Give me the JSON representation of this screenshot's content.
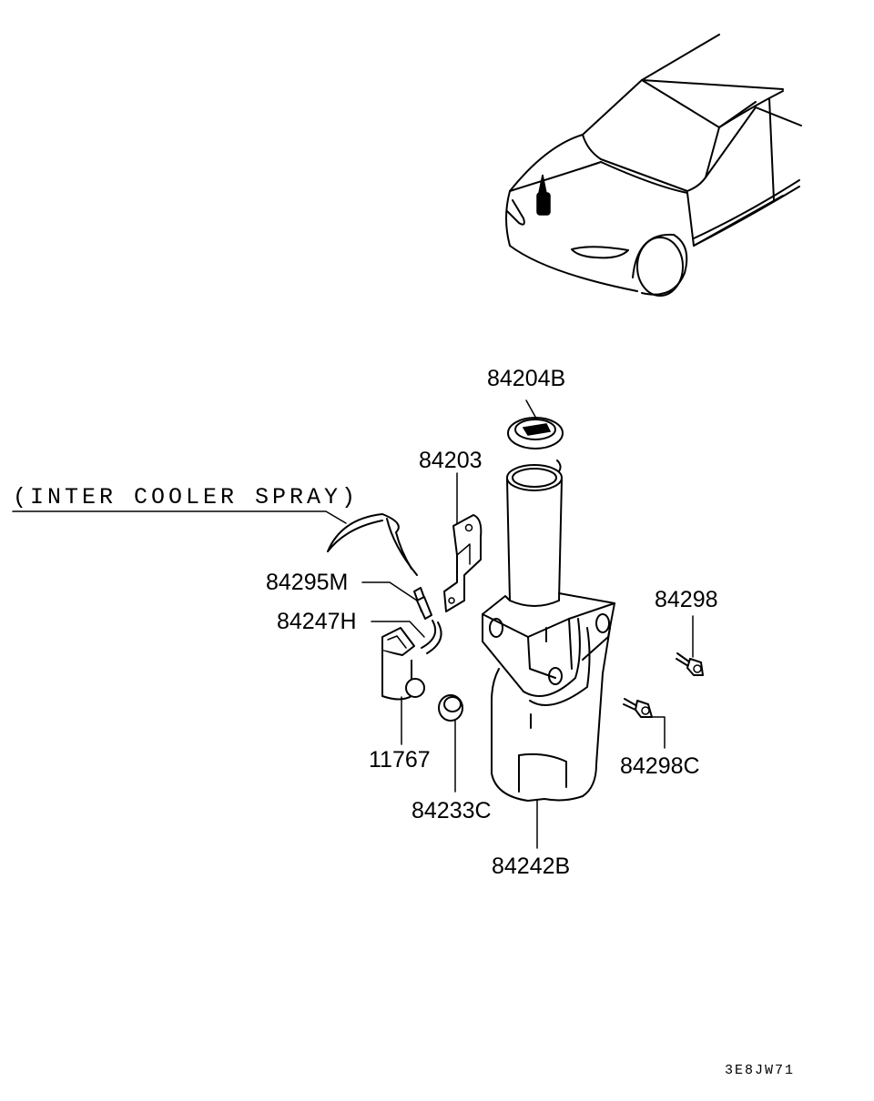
{
  "note": "(INTER COOLER SPRAY)",
  "diagram_code": "3E8JW71",
  "parts": {
    "p84204B": "84204B",
    "p84203": "84203",
    "p84295M": "84295M",
    "p84247H": "84247H",
    "p11767": "11767",
    "p84233C": "84233C",
    "p84242B": "84242B",
    "p84298": "84298",
    "p84298C": "84298C"
  }
}
